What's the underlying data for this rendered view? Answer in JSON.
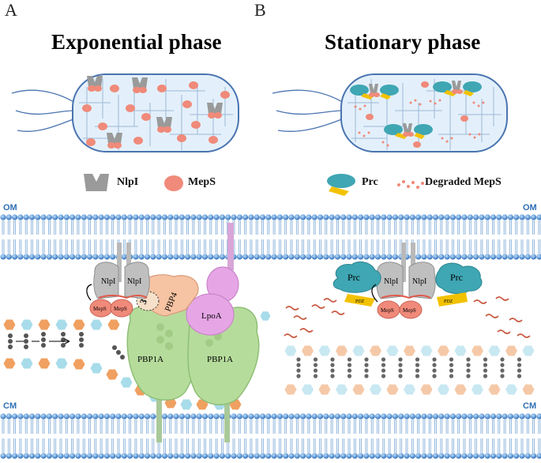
{
  "panels": [
    {
      "letter": "A",
      "title": "Exponential phase"
    },
    {
      "letter": "B",
      "title": "Stationary phase"
    }
  ],
  "legend": {
    "nlpi": "NlpI",
    "meps": "MepS",
    "prc": "Prc",
    "degraded": "Degraded MepS"
  },
  "membranes": {
    "outer": "OM",
    "inner": "CM"
  },
  "proteins_left": {
    "nlpi1": "NlpI",
    "nlpi2": "NlpI",
    "meps1": "MepS",
    "meps2": "MepS",
    "pbp4": "PBP4",
    "pbp4_num": "3",
    "lpoa": "LpoA",
    "pbp1a_left": "PBP1A",
    "pbp1a_right": "PBP1A"
  },
  "proteins_right": {
    "prc_left": "Prc",
    "prc_right": "Prc",
    "pdz_left": "PDZ",
    "pdz_right": "PDZ",
    "nlpi1": "NlpI",
    "nlpi2": "NlpI",
    "meps1": "MepS",
    "meps2": "MepS"
  },
  "colors": {
    "membrane_head": "#4a86c8",
    "cell_fill": "#e3f0fb",
    "cell_stroke": "#4a74b0",
    "nlpi": "#9a9a9a",
    "meps": "#f08a7a",
    "prc": "#3fa6b3",
    "pdz": "#f2c200",
    "pbp1a": "#b6dc9c",
    "lpoa": "#e6a6e6",
    "pbp4": "#f6c3a3",
    "glycan_orange": "#f0a060",
    "glycan_blue": "#a8dcea"
  }
}
